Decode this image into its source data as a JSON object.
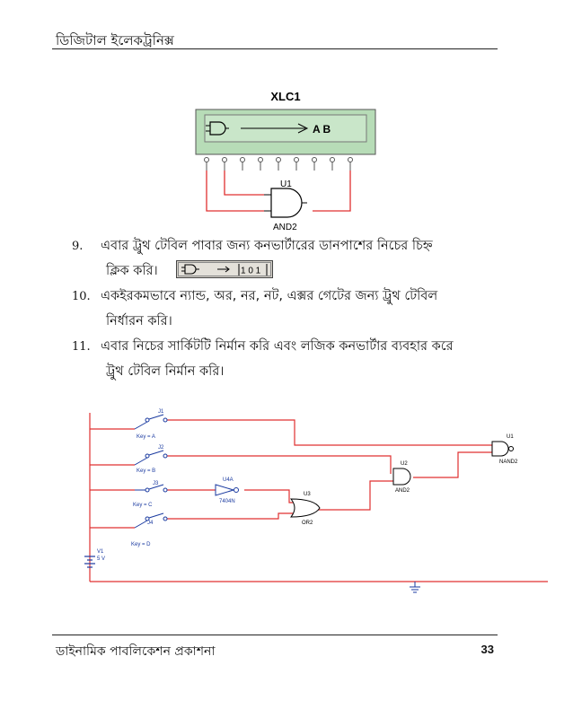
{
  "header": {
    "title": "ডিজিটাল ইলেকট্রনিক্স"
  },
  "figure1": {
    "device_label": "XLC1",
    "output_text": "A B",
    "gate_ref": "U1",
    "gate_name": "AND2"
  },
  "steps": [
    {
      "number": "9.",
      "line1": "এবার ট্রুথ টেবিল পাবার জন্য কনভার্টারের ডানপাশের নিচের চিহ্ন",
      "line2": "ক্লিক করি।"
    },
    {
      "number": "10.",
      "line1": "একইরকমভাবে ন্যান্ড, অর, নর, নট, এক্সর গেটের জন্য ট্রুথ টেবিল",
      "line2": "নির্ধারন করি।"
    },
    {
      "number": "11.",
      "line1": "এবার নিচের সার্কিটটি নির্মান করি এবং লজিক কনভার্টার ব্যবহার করে",
      "line2": "ট্রুথ টেবিল নির্মান করি।"
    }
  ],
  "inline_icon": {
    "text": "1 0 1"
  },
  "figure2": {
    "switches": [
      {
        "ref": "J1",
        "key": "Key = A"
      },
      {
        "ref": "J2",
        "key": "Key = B"
      },
      {
        "ref": "J3",
        "key": "Key = C"
      },
      {
        "ref": "J4",
        "key": "Key = D"
      }
    ],
    "inverter": {
      "ref": "U4A",
      "part": "7404N"
    },
    "or_gate": {
      "ref": "U3",
      "part": "OR2"
    },
    "and_gate": {
      "ref": "U2",
      "part": "AND2"
    },
    "nand_gate": {
      "ref": "U1",
      "part": "NAND2"
    },
    "source": {
      "ref": "V1",
      "value": "5 V"
    }
  },
  "footer": {
    "publisher": "ডাইনামিক পাবলিকেশন প্রকাশনা",
    "page_number": "33"
  }
}
